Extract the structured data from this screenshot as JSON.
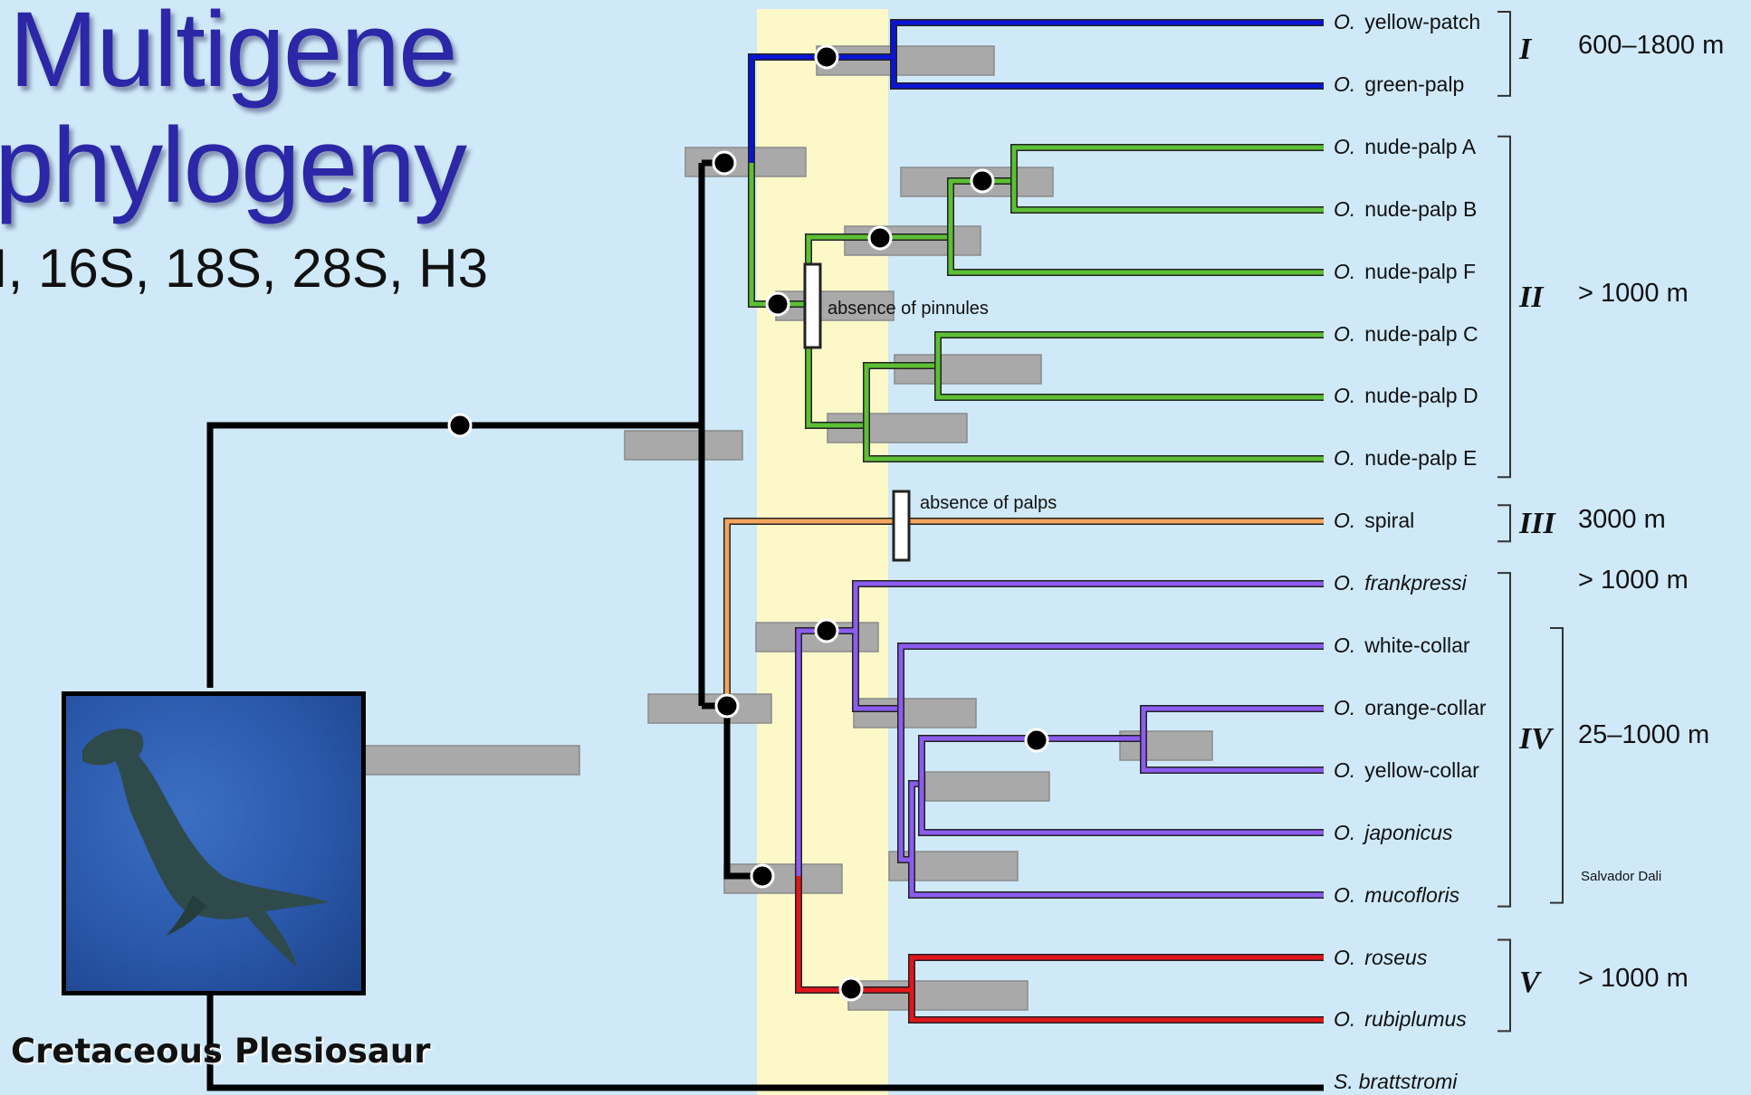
{
  "title_line1": "Multigene",
  "title_line2": "phylogeny",
  "genes": "I, 16S, 18S, 28S, H3",
  "caption": "Cretaceous Plesiosaur",
  "credit": "Salvador Dali",
  "notes": {
    "pinnules": "absence of pinnules",
    "palps": "absence of palps"
  },
  "taxa": [
    {
      "genus": "O.",
      "species": "yellow-patch",
      "italic": false
    },
    {
      "genus": "O.",
      "species": "green-palp",
      "italic": false
    },
    {
      "genus": "O.",
      "species": "nude-palp A",
      "italic": false
    },
    {
      "genus": "O.",
      "species": "nude-palp B",
      "italic": false
    },
    {
      "genus": "O.",
      "species": "nude-palp F",
      "italic": false
    },
    {
      "genus": "O.",
      "species": "nude-palp C",
      "italic": false
    },
    {
      "genus": "O.",
      "species": "nude-palp D",
      "italic": false
    },
    {
      "genus": "O.",
      "species": "nude-palp E",
      "italic": false
    },
    {
      "genus": "O.",
      "species": "spiral",
      "italic": false
    },
    {
      "genus": "O.",
      "species": "frankpressi",
      "italic": true
    },
    {
      "genus": "O.",
      "species": "white-collar",
      "italic": false
    },
    {
      "genus": "O.",
      "species": "orange-collar",
      "italic": false
    },
    {
      "genus": "O.",
      "species": "yellow-collar",
      "italic": false
    },
    {
      "genus": "O.",
      "species": "japonicus",
      "italic": true
    },
    {
      "genus": "O.",
      "species": "mucofloris",
      "italic": true
    },
    {
      "genus": "O.",
      "species": "roseus",
      "italic": true
    },
    {
      "genus": "O.",
      "species": "rubiplumus",
      "italic": true
    },
    {
      "genus": "S.",
      "species": "brattstromi",
      "italic": true
    }
  ],
  "clades": [
    {
      "numeral": "I",
      "depth": "600–1800 m"
    },
    {
      "numeral": "II",
      "depth": "> 1000 m"
    },
    {
      "numeral": "III",
      "depth": "3000 m"
    },
    {
      "numeral": "IV",
      "depth": "25–1000 m"
    },
    {
      "numeral": "V",
      "depth": "> 1000 m"
    }
  ],
  "extra_depth": "> 1000 m",
  "colors": {
    "background": "#cfe9f8",
    "band": "#fdf8c8",
    "clade_I": "#0a14d6",
    "clade_II": "#5cbf35",
    "clade_III": "#f4a45c",
    "clade_IV": "#8b5cf0",
    "clade_V": "#e0161b",
    "root": "#000000",
    "error_bar": "#a9a9a9"
  }
}
